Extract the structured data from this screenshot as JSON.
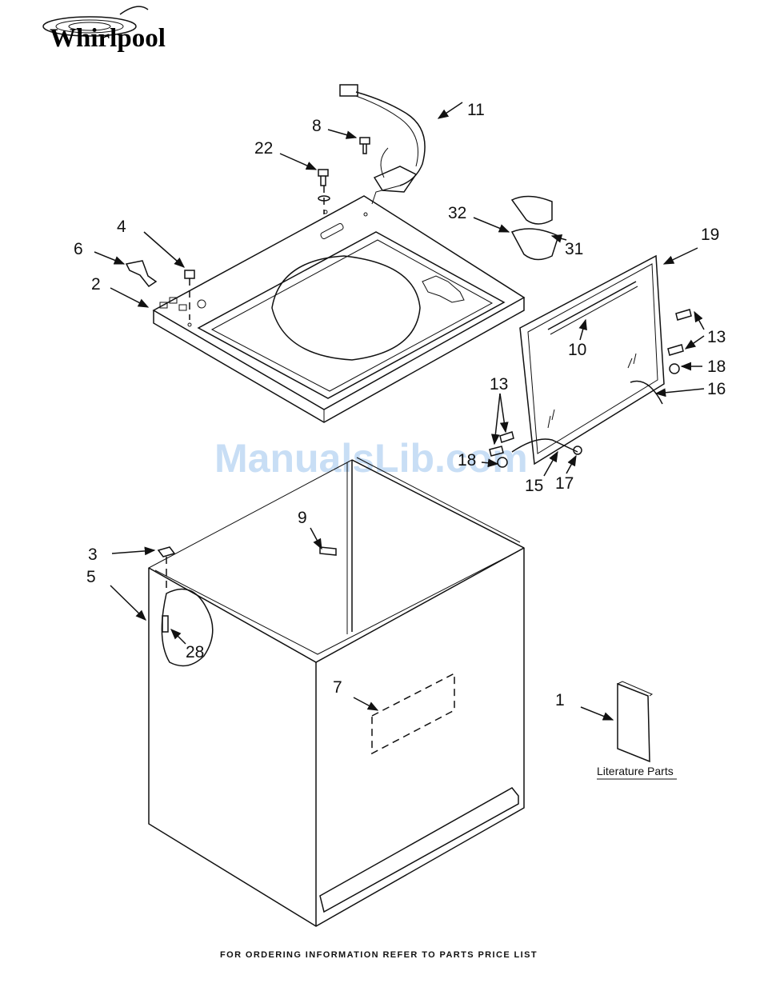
{
  "header": {
    "brand": "Whirlpool"
  },
  "watermark": "ManualsLib.com",
  "callouts": {
    "1": "1",
    "2": "2",
    "3": "3",
    "4": "4",
    "5": "5",
    "6": "6",
    "7": "7",
    "8": "8",
    "9": "9",
    "10": "10",
    "11": "11",
    "13": "13",
    "15": "15",
    "16": "16",
    "17": "17",
    "18": "18",
    "19": "19",
    "22": "22",
    "28": "28",
    "31": "31",
    "32": "32"
  },
  "literature": {
    "label": "Literature Parts"
  },
  "footer": {
    "text": "FOR ORDERING INFORMATION REFER TO PARTS PRICE LIST"
  }
}
